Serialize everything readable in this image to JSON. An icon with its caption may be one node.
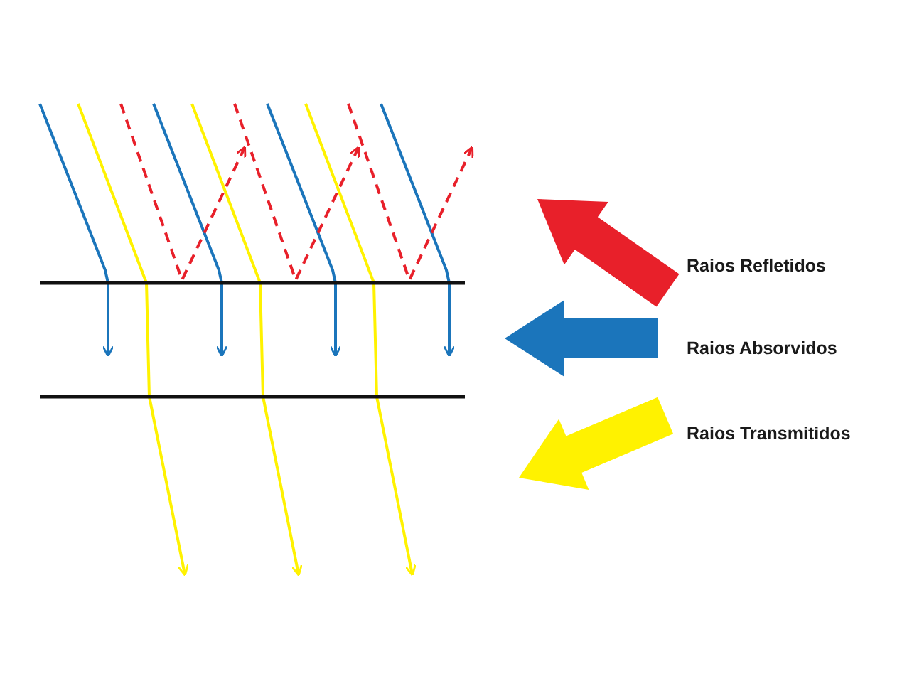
{
  "diagram": {
    "legend": [
      {
        "text": "Raios Refletidos",
        "color": "#e8202a"
      },
      {
        "text": "Raios Absorvidos",
        "color": "#1b75bb"
      },
      {
        "text": "Raios Transmitidos",
        "color": "#fff200"
      }
    ]
  }
}
